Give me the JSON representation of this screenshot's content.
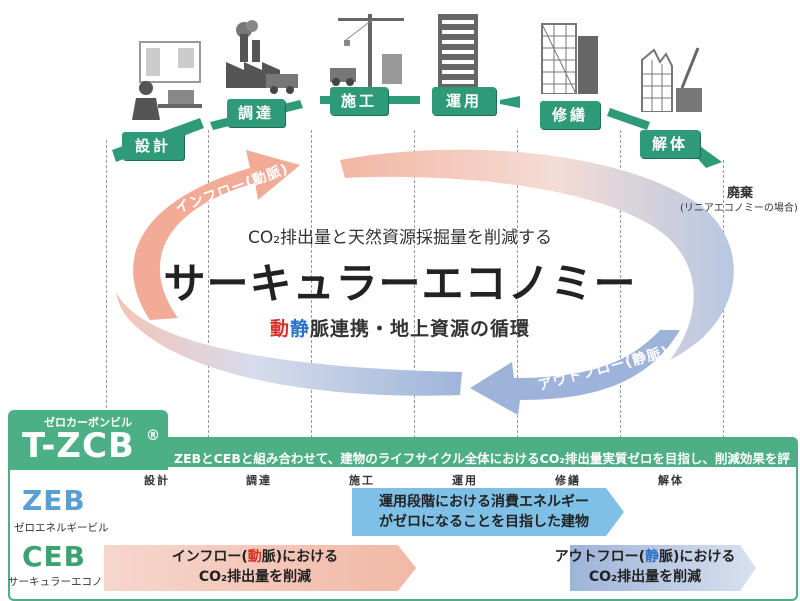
{
  "stages": [
    {
      "id": "design",
      "label": "設計",
      "icon": "designer-desk-icon"
    },
    {
      "id": "procure",
      "label": "調達",
      "icon": "factory-truck-icon"
    },
    {
      "id": "construct",
      "label": "施工",
      "icon": "crane-construction-icon"
    },
    {
      "id": "operate",
      "label": "運用",
      "icon": "building-icon"
    },
    {
      "id": "renovate",
      "label": "修繕",
      "icon": "scaffold-building-icon"
    },
    {
      "id": "demolish",
      "label": "解体",
      "icon": "demolition-building-icon"
    }
  ],
  "disposal": {
    "label": "廃棄",
    "note": "(リニアエコノミーの場合)"
  },
  "circle": {
    "subtitle": "CO₂排出量と天然資源採掘量を削減する",
    "title": "サーキュラーエコノミー",
    "tagline_red": "動",
    "tagline_blue": "静",
    "tagline_rest": "脈連携・地上資源の循環",
    "inflow_label": "インフロー(動脈)",
    "outflow_label": "アウトフロー(静脈)"
  },
  "panel": {
    "small_label": "ゼロカーボンビル",
    "title": "T-ZCB",
    "registered": "®",
    "description": "ZEBとCEBと組み合わせて、建物のライフサイクル全体におけるCO₂排出量実質ゼロを目指し、削減効果を評価",
    "columns": [
      "設計",
      "調達",
      "施工",
      "運用",
      "修繕",
      "解体"
    ],
    "zeb": {
      "title": "ZEB",
      "sub": "ゼロエネルギービル",
      "bar_line1": "運用段階における消費エネルギー",
      "bar_line2": "がゼロになることを目指した建物"
    },
    "ceb": {
      "title": "CEB",
      "sub": "サーキュラーエコノミービル",
      "in_pre": "インフロー(",
      "in_red": "動",
      "in_post": "脈)における",
      "in_line2": "CO₂排出量を削減",
      "out_pre": "アウトフロー(",
      "out_blue": "静",
      "out_post": "脈)における",
      "out_line2": "CO₂排出量を削減"
    }
  },
  "colors": {
    "green": "#2f9a77",
    "panel_green": "#4caf85",
    "red": "#d8322a",
    "blue": "#2a73c8",
    "inflow_pink": "#f2b8a6",
    "outflow_blue": "#a9bddc",
    "zeb_blue": "#7fc1e6"
  }
}
